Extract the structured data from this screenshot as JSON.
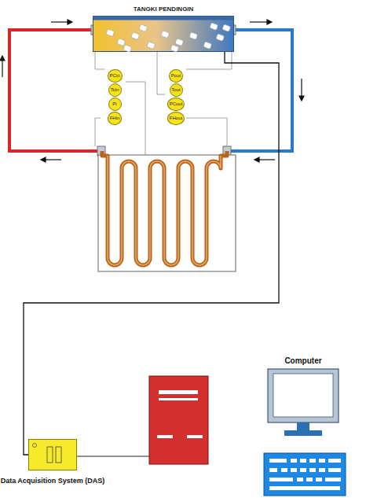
{
  "diagram": {
    "nodes": [
      {
        "text": [
          "TANGKI PENDINGIN"
        ]
      },
      {
        "text": [
          "PCin"
        ]
      },
      {
        "text": [
          "Tcin"
        ]
      },
      {
        "text": [
          "Pi"
        ]
      },
      {
        "text": [
          "FHin"
        ]
      },
      {
        "text": [
          "Pout"
        ]
      },
      {
        "text": [
          "Tout"
        ]
      },
      {
        "text": [
          "PCout"
        ]
      },
      {
        "text": [
          "FHout"
        ]
      },
      {
        "text": [
          "Data Acquisition System (DAS)"
        ]
      },
      {
        "text": [
          "Computer"
        ]
      }
    ],
    "edges": [
      {
        "from": 0,
        "to": 9,
        "arrow": "none"
      }
    ]
  }
}
